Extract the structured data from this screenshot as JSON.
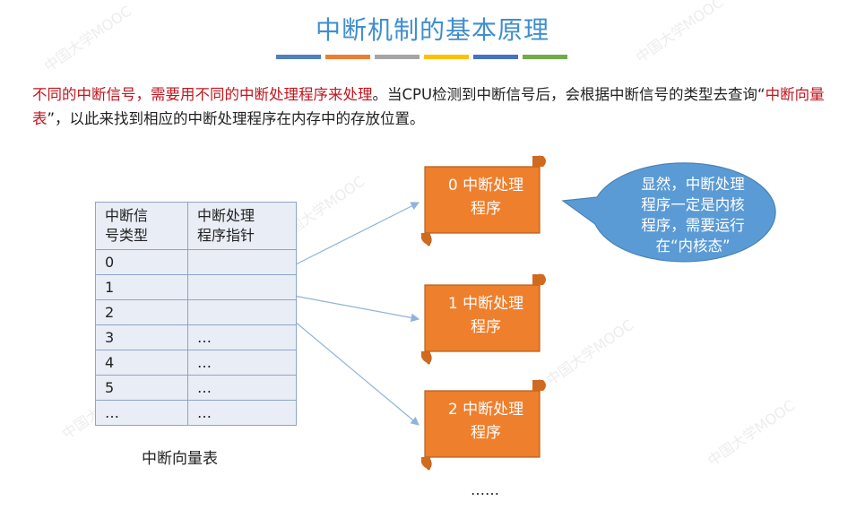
{
  "title": "中断机制的基本原理",
  "intro": {
    "red1": "不同的中断信号，需要用不同的中断处理程序来处理",
    "plain1": "。当CPU检测到中断信号后，会根据中断信号的类型去查询“",
    "red2": "中断向量表",
    "plain2": "”，以此来找到相应的中断处理程序在内存中的存放位置。"
  },
  "table": {
    "header_type": [
      "中断信",
      "号类型"
    ],
    "header_ptr": [
      "中断处理",
      "程序指针"
    ],
    "rows": [
      {
        "type": "0",
        "ptr": ""
      },
      {
        "type": "1",
        "ptr": ""
      },
      {
        "type": "2",
        "ptr": ""
      },
      {
        "type": "3",
        "ptr": "…"
      },
      {
        "type": "4",
        "ptr": "…"
      },
      {
        "type": "5",
        "ptr": "…"
      },
      {
        "type": "…",
        "ptr": "…"
      }
    ],
    "caption": "中断向量表"
  },
  "handlers": [
    {
      "line1": "0 中断处理",
      "line2": "程序"
    },
    {
      "line1": "1 中断处理",
      "line2": "程序"
    },
    {
      "line1": "2 中断处理",
      "line2": "程序"
    }
  ],
  "callout": [
    "显然，中断处理",
    "程序一定是内核",
    "程序，需要运行",
    "在“内核态”"
  ],
  "ellipsis": "……",
  "colors": {
    "title": "#3f8fcf",
    "highlight": "#c0161f",
    "scroll_fill": "#ee7f2d",
    "scroll_stroke": "#b9601c",
    "callout_fill": "#5b9bd5",
    "table_bg": "#e9edf5",
    "table_border": "#8fa4c9",
    "arrow": "#8fb3dc",
    "bar_segments": [
      "#4f81bd",
      "#ed7d31",
      "#a5a5a5",
      "#ffc000",
      "#4472c4",
      "#70ad47"
    ]
  }
}
